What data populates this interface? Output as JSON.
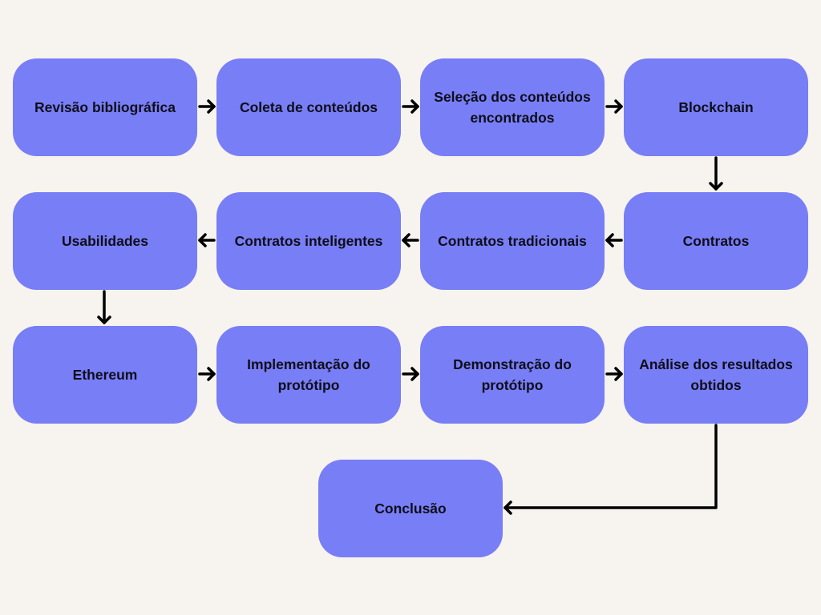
{
  "colors": {
    "background": "#f7f3ee",
    "node_fill": "#787ef5",
    "node_text": "#0e0e1a",
    "arrow": "#000000"
  },
  "nodes": [
    {
      "id": "revisao",
      "label": "Revisão bibliográfica"
    },
    {
      "id": "coleta",
      "label": "Coleta de conteúdos"
    },
    {
      "id": "selecao",
      "label": "Seleção dos conteúdos encontrados"
    },
    {
      "id": "blockchain",
      "label": "Blockchain"
    },
    {
      "id": "contratos",
      "label": "Contratos"
    },
    {
      "id": "tradicionais",
      "label": "Contratos tradicionais"
    },
    {
      "id": "inteligentes",
      "label": "Contratos inteligentes"
    },
    {
      "id": "usabilidades",
      "label": "Usabilidades"
    },
    {
      "id": "ethereum",
      "label": "Ethereum"
    },
    {
      "id": "implementacao",
      "label": "Implementação do protótipo"
    },
    {
      "id": "demonstracao",
      "label": "Demonstração do protótipo"
    },
    {
      "id": "analise",
      "label": "Análise dos resultados obtidos"
    },
    {
      "id": "conclusao",
      "label": "Conclusão"
    }
  ],
  "edges": [
    {
      "from": "revisao",
      "to": "coleta"
    },
    {
      "from": "coleta",
      "to": "selecao"
    },
    {
      "from": "selecao",
      "to": "blockchain"
    },
    {
      "from": "blockchain",
      "to": "contratos"
    },
    {
      "from": "contratos",
      "to": "tradicionais"
    },
    {
      "from": "tradicionais",
      "to": "inteligentes"
    },
    {
      "from": "inteligentes",
      "to": "usabilidades"
    },
    {
      "from": "usabilidades",
      "to": "ethereum"
    },
    {
      "from": "ethereum",
      "to": "implementacao"
    },
    {
      "from": "implementacao",
      "to": "demonstracao"
    },
    {
      "from": "demonstracao",
      "to": "analise"
    },
    {
      "from": "analise",
      "to": "conclusao"
    }
  ]
}
